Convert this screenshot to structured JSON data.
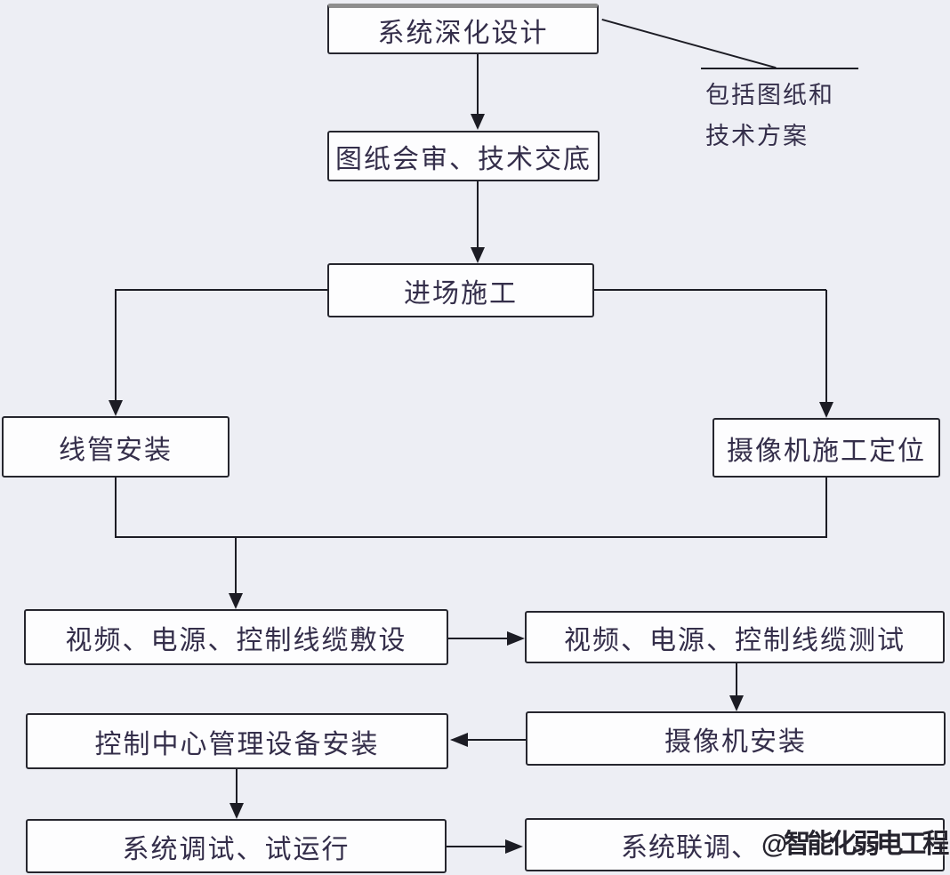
{
  "nodes": {
    "sys_design": "系统深化设计",
    "drawing_review": "图纸会审、技术交底",
    "site_entry": "进场施工",
    "conduit_install": "线管安装",
    "camera_positioning": "摄像机施工定位",
    "cable_laying": "视频、电源、控制线缆敷设",
    "cable_testing": "视频、电源、控制线缆测试",
    "control_center_install": "控制中心管理设备安装",
    "camera_install": "摄像机安装",
    "system_debug": "系统调试、试运行",
    "system_joint_debug": "系统联调、"
  },
  "note": {
    "line1": "包括图纸和",
    "line2": "技术方案"
  },
  "watermark": {
    "text": "@智能化弱电工程"
  },
  "colors": {
    "background": "#edeef4",
    "box_fill": "#fdfdfe",
    "box_border": "#26262e",
    "text": "#342e4a",
    "line": "#1c1c24",
    "box1_top_edge": "#8e8e8e",
    "watermark_text": "#26242e"
  }
}
